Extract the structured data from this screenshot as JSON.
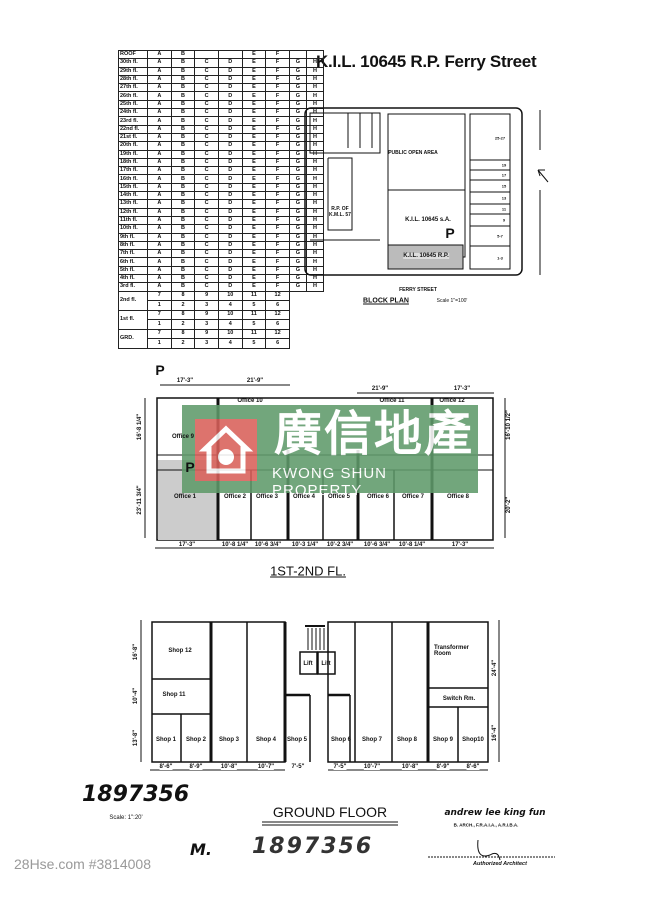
{
  "title": "K.I.L. 10645 R.P. Ferry Street",
  "floor_table": {
    "rows": [
      {
        "label": "ROOF",
        "units": [
          "A",
          "B",
          "",
          "",
          "E",
          "F",
          "",
          ""
        ]
      },
      {
        "label": "30th fl.",
        "units": [
          "A",
          "B",
          "C",
          "D",
          "E",
          "F",
          "G",
          "H"
        ]
      },
      {
        "label": "29th fl.",
        "units": [
          "A",
          "B",
          "C",
          "D",
          "E",
          "F",
          "G",
          "H"
        ]
      },
      {
        "label": "28th fl.",
        "units": [
          "A",
          "B",
          "C",
          "D",
          "E",
          "F",
          "G",
          "H"
        ]
      },
      {
        "label": "27th fl.",
        "units": [
          "A",
          "B",
          "C",
          "D",
          "E",
          "F",
          "G",
          "H"
        ]
      },
      {
        "label": "26th fl.",
        "units": [
          "A",
          "B",
          "C",
          "D",
          "E",
          "F",
          "G",
          "H"
        ]
      },
      {
        "label": "25th fl.",
        "units": [
          "A",
          "B",
          "C",
          "D",
          "E",
          "F",
          "G",
          "H"
        ]
      },
      {
        "label": "24th fl.",
        "units": [
          "A",
          "B",
          "C",
          "D",
          "E",
          "F",
          "G",
          "H"
        ]
      },
      {
        "label": "23rd fl.",
        "units": [
          "A",
          "B",
          "C",
          "D",
          "E",
          "F",
          "G",
          "H"
        ]
      },
      {
        "label": "22nd fl.",
        "units": [
          "A",
          "B",
          "C",
          "D",
          "E",
          "F",
          "G",
          "H"
        ]
      },
      {
        "label": "21st fl.",
        "units": [
          "A",
          "B",
          "C",
          "D",
          "E",
          "F",
          "G",
          "H"
        ]
      },
      {
        "label": "20th fl.",
        "units": [
          "A",
          "B",
          "C",
          "D",
          "E",
          "F",
          "G",
          "H"
        ]
      },
      {
        "label": "19th fl.",
        "units": [
          "A",
          "B",
          "C",
          "D",
          "E",
          "F",
          "G",
          "H"
        ]
      },
      {
        "label": "18th fl.",
        "units": [
          "A",
          "B",
          "C",
          "D",
          "E",
          "F",
          "G",
          "H"
        ]
      },
      {
        "label": "17th fl.",
        "units": [
          "A",
          "B",
          "C",
          "D",
          "E",
          "F",
          "G",
          "H"
        ]
      },
      {
        "label": "16th fl.",
        "units": [
          "A",
          "B",
          "C",
          "D",
          "E",
          "F",
          "G",
          "H"
        ]
      },
      {
        "label": "15th fl.",
        "units": [
          "A",
          "B",
          "C",
          "D",
          "E",
          "F",
          "G",
          "H"
        ]
      },
      {
        "label": "14th fl.",
        "units": [
          "A",
          "B",
          "C",
          "D",
          "E",
          "F",
          "G",
          "H"
        ]
      },
      {
        "label": "13th fl.",
        "units": [
          "A",
          "B",
          "C",
          "D",
          "E",
          "F",
          "G",
          "H"
        ]
      },
      {
        "label": "12th fl.",
        "units": [
          "A",
          "B",
          "C",
          "D",
          "E",
          "F",
          "G",
          "H"
        ]
      },
      {
        "label": "11th fl.",
        "units": [
          "A",
          "B",
          "C",
          "D",
          "E",
          "F",
          "G",
          "H"
        ]
      },
      {
        "label": "10th fl.",
        "units": [
          "A",
          "B",
          "C",
          "D",
          "E",
          "F",
          "G",
          "H"
        ]
      },
      {
        "label": "9th fl.",
        "units": [
          "A",
          "B",
          "C",
          "D",
          "E",
          "F",
          "G",
          "H"
        ]
      },
      {
        "label": "8th fl.",
        "units": [
          "A",
          "B",
          "C",
          "D",
          "E",
          "F",
          "G",
          "H"
        ]
      },
      {
        "label": "7th fl.",
        "units": [
          "A",
          "B",
          "C",
          "D",
          "E",
          "F",
          "G",
          "H"
        ]
      },
      {
        "label": "6th fl.",
        "units": [
          "A",
          "B",
          "C",
          "D",
          "E",
          "F",
          "G",
          "H"
        ]
      },
      {
        "label": "5th fl.",
        "units": [
          "A",
          "B",
          "C",
          "D",
          "E",
          "F",
          "G",
          "H"
        ]
      },
      {
        "label": "4th fl.",
        "units": [
          "A",
          "B",
          "C",
          "D",
          "E",
          "F",
          "G",
          "H"
        ]
      },
      {
        "label": "3rd fl.",
        "units": [
          "A",
          "B",
          "C",
          "D",
          "E",
          "F",
          "G",
          "H"
        ]
      }
    ],
    "lower_rows": [
      {
        "label": "2nd fl.",
        "upper": [
          "7",
          "8",
          "9",
          "10",
          "11",
          "12"
        ],
        "lower": [
          "1",
          "2",
          "3",
          "4",
          "5",
          "6"
        ]
      },
      {
        "label": "1st fl.",
        "upper": [
          "7",
          "8",
          "9",
          "10",
          "11",
          "12"
        ],
        "lower": [
          "1",
          "2",
          "3",
          "4",
          "5",
          "6"
        ]
      },
      {
        "label": "GRD.",
        "upper": [
          "7",
          "8",
          "9",
          "10",
          "11",
          "12"
        ],
        "lower": [
          "1",
          "2",
          "3",
          "4",
          "5",
          "6"
        ]
      }
    ]
  },
  "block_plan": {
    "public_open_area": "PUBLIC OPEN AREA",
    "rp_kml": "R.P. OF K.M.L. 57",
    "kil_sa": "K.I.L. 10645 s.A.",
    "kil_rp": "K.I.L. 10645 R.P.",
    "marker": "P",
    "lot_numbers": [
      "25-27",
      "19",
      "17",
      "15",
      "13",
      "11",
      "9",
      "5-7",
      "1-3"
    ],
    "street": "FERRY    STREET",
    "title": "BLOCK PLAN",
    "scale": "Scale 1\"=100'"
  },
  "first_floor": {
    "title": "1ST-2ND FL.",
    "marker": "P",
    "offices": [
      "Office 9",
      "Office 10",
      "Office 11",
      "Office 12",
      "Office 1",
      "Office 2",
      "Office 3",
      "Office 4",
      "Office 5",
      "Office 6",
      "Office 7",
      "Office 8"
    ],
    "top_dims": [
      "17'-3\"",
      "21'-9\"",
      "21'-9\"",
      "17'-3\""
    ],
    "bottom_dims": [
      "17'-3\"",
      "10'-8 1/4\"",
      "10'-6 3/4\"",
      "10'-3 1/4\"",
      "10'-2 3/4\"",
      "10'-6 3/4\"",
      "10'-8 1/4\"",
      "17'-3\""
    ],
    "left_dims": [
      "16'-8 1/4\"",
      "23'-11 3/4\""
    ],
    "right_dims": [
      "16'-10 1/2\"",
      "20'-2\""
    ]
  },
  "watermark": {
    "chinese": "廣信地產",
    "english": "KWONG SHUN PROPERTY",
    "colors": {
      "green": "#5f9a6a",
      "red": "#d9605a"
    }
  },
  "ground_floor": {
    "title": "GROUND FLOOR",
    "shops": [
      "Shop 12",
      "Shop 11",
      "Shop 1",
      "Shop 2",
      "Shop 3",
      "Shop 4",
      "Shop 5",
      "Shop 6",
      "Shop 7",
      "Shop 8",
      "Shop 9",
      "Shop10"
    ],
    "lift": "Lift",
    "transformer": "Transformer Room",
    "switch": "Switch Rm.",
    "bottom_dims": [
      "8'-6\"",
      "8'-9\"",
      "10'-8\"",
      "10'-7\"",
      "7'-5\"",
      "7'-5\"",
      "10'-7\"",
      "10'-8\"",
      "8'-9\"",
      "8'-6\""
    ],
    "left_dims": [
      "16'-8\"",
      "10'-4\"",
      "13'-8\""
    ],
    "right_dims": [
      "24'-4\"",
      "16'-4\""
    ]
  },
  "footer": {
    "handwritten_number": "1897356",
    "scale": "Scale: 1\":20'",
    "stamp_prefix": "M.",
    "stamp_number": "1897356",
    "architect_name": "andrew lee king fun",
    "architect_credentials": "B. ARCH., F.R.A.I.A., A.R.I.B.A.",
    "architect_role": "Authorized Architect",
    "listing_ref": "28Hse.com #3814008"
  }
}
